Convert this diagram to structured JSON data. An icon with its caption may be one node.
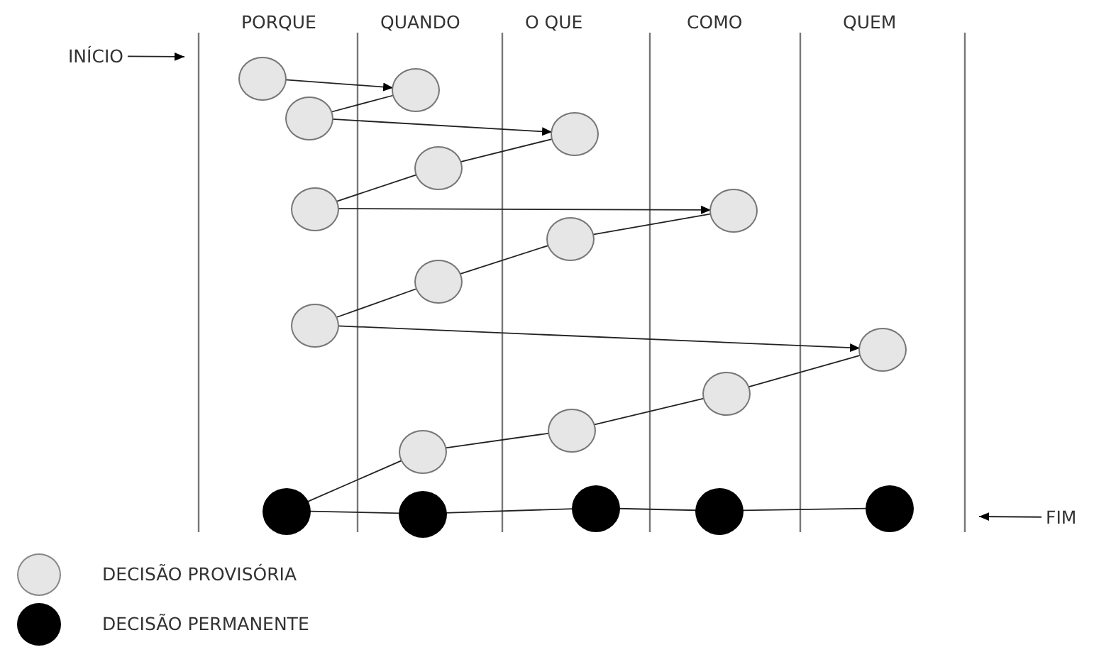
{
  "diagram": {
    "nodes": [
      {
        "text": [
          "INÍCIO"
        ]
      },
      {
        "text": [],
        "shape": "circle"
      },
      {
        "text": [],
        "shape": "circle"
      },
      {
        "text": [],
        "shape": "circle"
      },
      {
        "text": [],
        "shape": "circle"
      },
      {
        "text": [],
        "shape": "circle"
      },
      {
        "text": [],
        "shape": "circle"
      },
      {
        "text": [],
        "shape": "circle"
      },
      {
        "text": [],
        "shape": "circle"
      },
      {
        "text": [],
        "shape": "circle"
      },
      {
        "text": [],
        "shape": "circle"
      },
      {
        "text": [],
        "shape": "circle"
      },
      {
        "text": [],
        "shape": "circle"
      },
      {
        "text": [],
        "shape": "circle"
      },
      {
        "text": [],
        "shape": "circle"
      },
      {
        "text": [],
        "shape": "circle"
      },
      {
        "text": [],
        "shape": "circle"
      },
      {
        "text": [],
        "shape": "circle"
      },
      {
        "text": [],
        "shape": "circle"
      },
      {
        "text": [],
        "shape": "circle"
      },
      {
        "text": [
          "FIM"
        ]
      }
    ],
    "edges": [
      {
        "from": 0,
        "to": null,
        "arrow": "to"
      },
      {
        "from": 1,
        "to": 2,
        "arrow": "to"
      },
      {
        "from": 2,
        "to": 3,
        "arrow": "none"
      },
      {
        "from": 3,
        "to": 4,
        "arrow": "to"
      },
      {
        "from": 4,
        "to": 5,
        "arrow": "none"
      },
      {
        "from": 5,
        "to": 6,
        "arrow": "none"
      },
      {
        "from": 6,
        "to": 7,
        "arrow": "to"
      },
      {
        "from": 7,
        "to": 8,
        "arrow": "none"
      },
      {
        "from": 8,
        "to": 9,
        "arrow": "none"
      },
      {
        "from": 9,
        "to": 10,
        "arrow": "none"
      },
      {
        "from": 10,
        "to": 11,
        "arrow": "to"
      },
      {
        "from": 11,
        "to": 12,
        "arrow": "none"
      },
      {
        "from": 12,
        "to": 13,
        "arrow": "none"
      },
      {
        "from": 13,
        "to": 14,
        "arrow": "none"
      },
      {
        "from": 14,
        "to": 15,
        "arrow": "none"
      },
      {
        "from": 15,
        "to": 16,
        "arrow": "none"
      },
      {
        "from": 16,
        "to": 17,
        "arrow": "none"
      },
      {
        "from": 17,
        "to": 18,
        "arrow": "none"
      },
      {
        "from": 18,
        "to": 19,
        "arrow": "none"
      },
      {
        "from": 20,
        "to": null,
        "arrow": "to"
      }
    ],
    "labels": [
      "PORQUE",
      "QUANDO",
      "O QUE",
      "COMO",
      "QUEM"
    ],
    "legend": [
      {
        "text": "DECISÃO PROVISÓRIA",
        "color": "#e6e6e6"
      },
      {
        "text": "DECISÃO PERMANENTE",
        "color": "#000000"
      }
    ]
  }
}
